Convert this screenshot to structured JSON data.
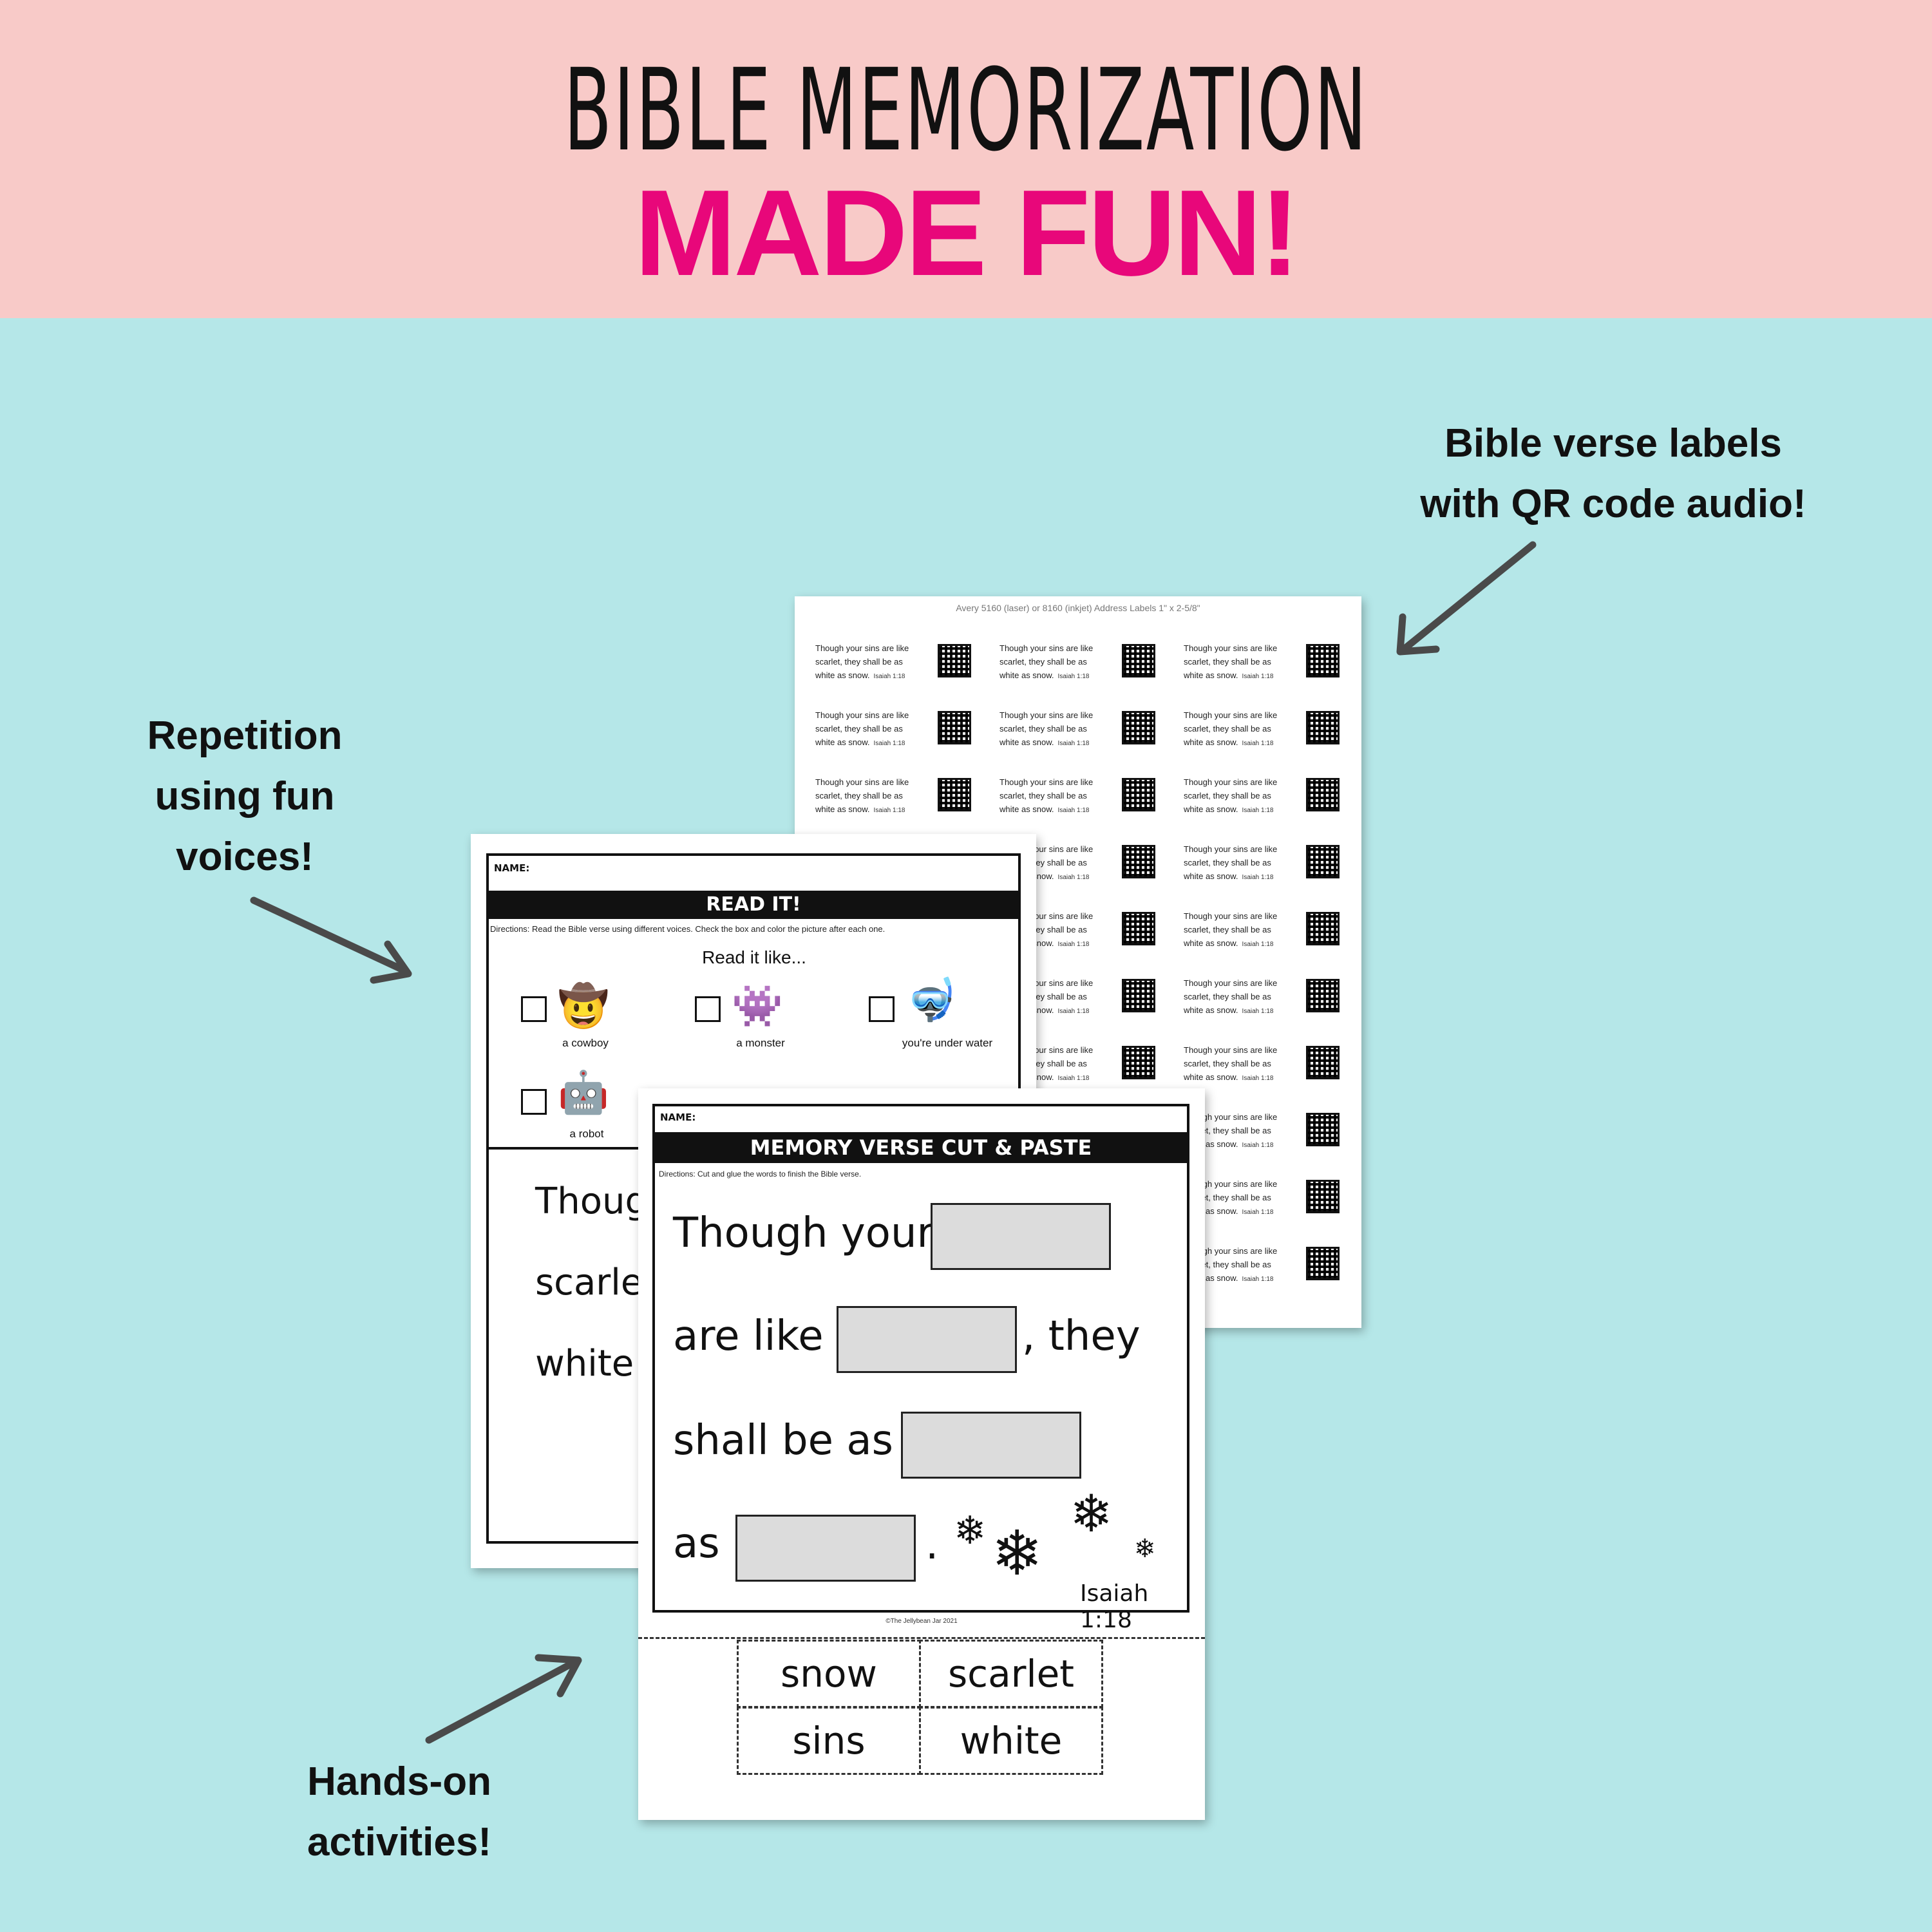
{
  "banner": {
    "line1": "BIBLE MEMORIZATION",
    "line2": "MADE FUN!",
    "line2_color": "#e8077a",
    "bg": "#f8cac8"
  },
  "background_color": "#b5e7e8",
  "callouts": {
    "labels": [
      "Bible verse labels",
      "with QR code audio!"
    ],
    "repetition": [
      "Repetition",
      "using fun",
      "voices!"
    ],
    "hands_on": [
      "Hands-on",
      "activities!"
    ]
  },
  "label_sheet": {
    "header": "Avery 5160 (laser) or 8160 (inkjet) Address Labels        1\" x 2-5/8\"",
    "label_lines": [
      "Though your sins are like",
      "scarlet, they shall be as",
      "white as snow."
    ],
    "label_ref": "Isaiah 1:18"
  },
  "read_it": {
    "name_label": "NAME:",
    "title": "READ IT!",
    "directions": "Directions: Read the Bible verse using different voices. Check the box and color the picture after each one.",
    "subtitle": "Read it like...",
    "options": [
      {
        "label": "a cowboy",
        "icon": "cowboy-hat-icon",
        "glyph": "🤠"
      },
      {
        "label": "a monster",
        "icon": "monster-icon",
        "glyph": "👾"
      },
      {
        "label": "you're under water",
        "icon": "snorkel-icon",
        "glyph": "🤿"
      },
      {
        "label": "a robot",
        "icon": "robot-icon",
        "glyph": "🤖"
      }
    ],
    "verse_fragments": [
      "Though",
      "scarlet",
      "white a"
    ]
  },
  "cut_paste": {
    "name_label": "NAME:",
    "title": "MEMORY VERSE CUT & PASTE",
    "directions": "Directions: Cut and glue the words to finish the Bible verse.",
    "verse": {
      "l1": "Though your",
      "l2a": "are like",
      "l2b": ", they",
      "l3": "shall be as",
      "l4": "as",
      "dot": "."
    },
    "reference": "Isaiah 1:18",
    "copyright": "©The Jellybean Jar 2021",
    "words": [
      "snow",
      "scarlet",
      "sins",
      "white"
    ]
  }
}
